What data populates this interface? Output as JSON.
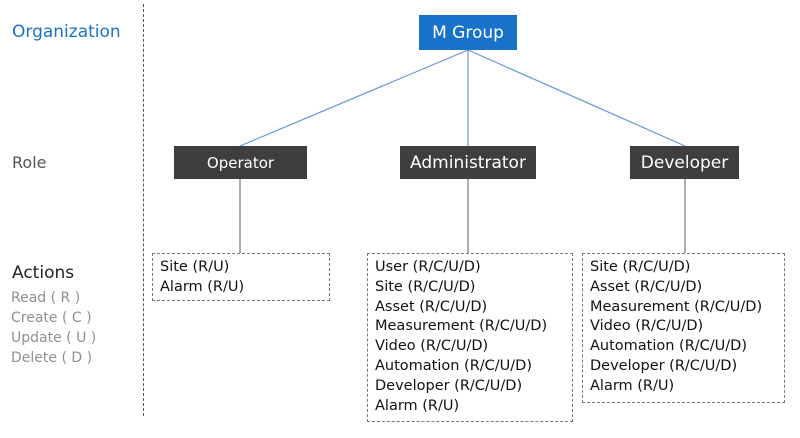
{
  "labels": {
    "organization": "Organization",
    "role": "Role",
    "actions": "Actions"
  },
  "legend": [
    "Read ( R )",
    "Create ( C )",
    "Update ( U )",
    "Delete ( D )"
  ],
  "org": {
    "label": "M Group"
  },
  "roles": [
    {
      "label": "Operator",
      "permissions": [
        "Site (R/U)",
        "Alarm (R/U)"
      ]
    },
    {
      "label": "Administrator",
      "permissions": [
        "User (R/C/U/D)",
        "Site (R/C/U/D)",
        "Asset (R/C/U/D)",
        "Measurement (R/C/U/D)",
        "Video (R/C/U/D)",
        "Automation (R/C/U/D)",
        "Developer (R/C/U/D)",
        "Alarm (R/U)"
      ]
    },
    {
      "label": "Developer",
      "permissions": [
        "Site (R/C/U/D)",
        "Asset (R/C/U/D)",
        "Measurement (R/C/U/D)",
        "Video (R/C/U/D)",
        "Automation (R/C/U/D)",
        "Developer (R/C/U/D)",
        "Alarm (R/U)"
      ]
    }
  ],
  "colors": {
    "org_box": "#1872c9",
    "role_box": "#3e3e3e",
    "org_label": "#1a73c8",
    "connector_org": "#6a95d6",
    "connector_role": "#777777"
  }
}
